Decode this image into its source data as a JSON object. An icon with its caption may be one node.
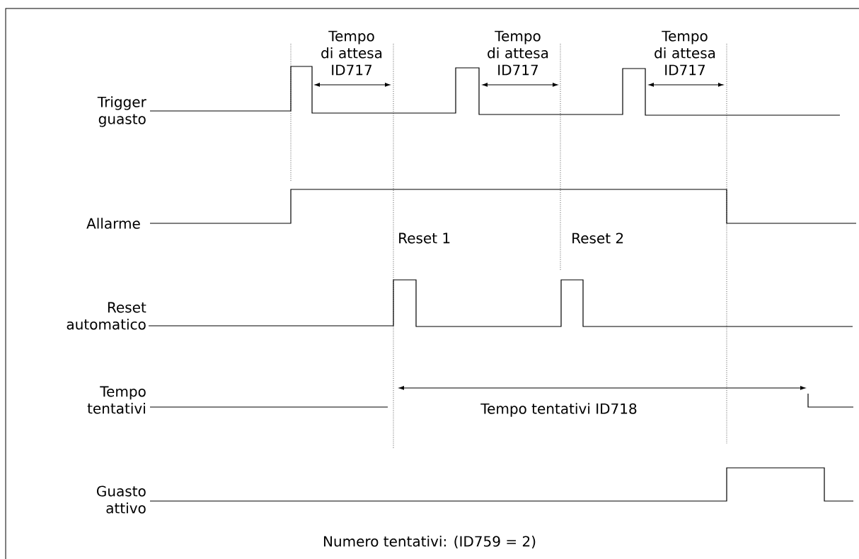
{
  "diagram": {
    "labels": [
      "Tempo di attesa ID717",
      "Tempo di attesa ID717",
      "Tempo di attesa ID717",
      "Trigger guasto",
      "Allarme",
      "Reset 1",
      "Reset 2",
      "Reset automatico",
      "Tempo tentativi",
      "Tempo tentativi ID718",
      "Guasto attivo",
      "Numero tentativi: (ID759 = 2)"
    ]
  }
}
